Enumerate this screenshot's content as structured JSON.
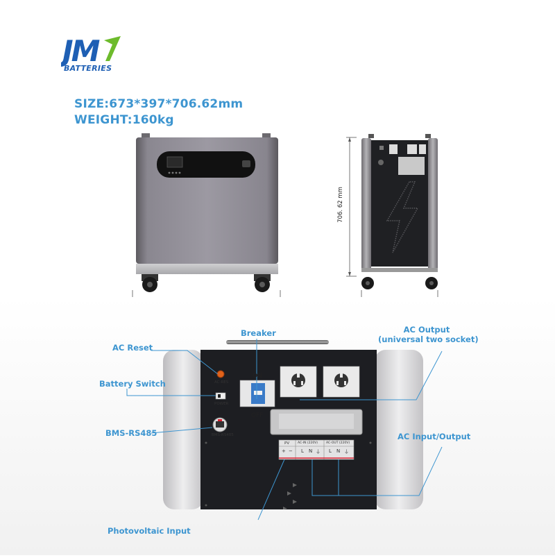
{
  "brand": {
    "logo_letters": "JM",
    "logo_text": "BATTERIES",
    "colors": {
      "blue": "#1e5fb4",
      "green": "#6dbb2c"
    }
  },
  "specs": {
    "size": "SIZE:673*397*706.62mm",
    "weight": "WEIGHT:160kg"
  },
  "dimensions": {
    "front_width": "673",
    "side_width": "397",
    "height": "706. 62 mm",
    "unit": "mm"
  },
  "callouts": {
    "ac_reset": "AC Reset",
    "battery_switch": "Battery Switch",
    "bms_rs485": "BMS-RS485",
    "breaker": "Breaker",
    "ac_output_line1": "AC Output",
    "ac_output_line2": "(universal two socket)",
    "ac_input_output": "AC Input/Output",
    "photovoltaic_input": "Photovoltaic Input"
  },
  "panel_labels": {
    "ac_res": "AC-RES",
    "power": "POWER",
    "bms": "BMS-RS485",
    "on": "ON",
    "off": "OFF",
    "pv": "PV",
    "ac_in": "AC-IN (220V)",
    "ac_out": "AC-OUT (220V)",
    "term_plus": "+",
    "term_minus": "−",
    "term_l": "L",
    "term_n": "N",
    "term_ground": "⏚"
  },
  "accent_colors": {
    "callout_text": "#3d95d0",
    "leader_line": "#3d95d0"
  }
}
